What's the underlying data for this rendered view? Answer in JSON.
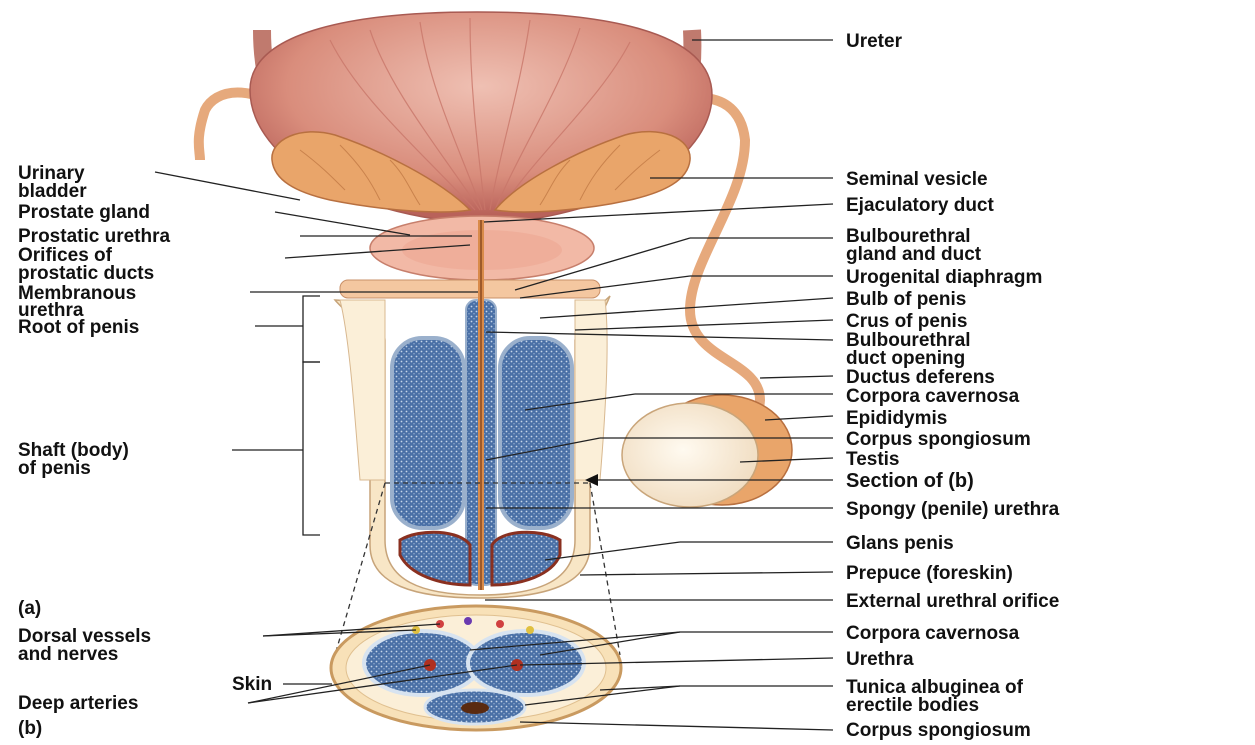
{
  "colors": {
    "bladder": "#e3a08f",
    "bladder_dark": "#b9625a",
    "vesicle": "#e8a36c",
    "prostate": "#f0b7a3",
    "tissue": "#f8e6c6",
    "erectile": "#5a7fb0",
    "erectile_light": "#c9d9ea",
    "duct": "#e0a070",
    "testis": "#fbefd6"
  },
  "labels": {
    "left": {
      "urinary_bladder_1": "Urinary",
      "urinary_bladder_2": "bladder",
      "prostate_gland": "Prostate gland",
      "prostatic_urethra": "Prostatic urethra",
      "orifices_1": "Orifices of",
      "orifices_2": "prostatic ducts",
      "membranous_1": "Membranous",
      "membranous_2": "urethra",
      "root_of_penis": "Root of penis",
      "shaft_1": "Shaft (body)",
      "shaft_2": "of penis",
      "part_a": "(a)",
      "dorsal_1": "Dorsal vessels",
      "dorsal_2": "and nerves",
      "skin": "Skin",
      "deep_arteries": "Deep arteries",
      "part_b": "(b)"
    },
    "right": {
      "ureter": "Ureter",
      "seminal_vesicle": "Seminal vesicle",
      "ejaculatory_duct": "Ejaculatory duct",
      "bulbourethral_gland_1": "Bulbourethral",
      "bulbourethral_gland_2": "gland and duct",
      "urogenital_diaphragm": "Urogenital diaphragm",
      "bulb_of_penis": "Bulb of penis",
      "crus_of_penis": "Crus of penis",
      "bulbourethral_opening_1": "Bulbourethral",
      "bulbourethral_opening_2": "duct opening",
      "ductus_deferens": "Ductus deferens",
      "corpora_cavernosa": "Corpora cavernosa",
      "epididymis": "Epididymis",
      "corpus_spongiosum": "Corpus spongiosum",
      "testis": "Testis",
      "section_of_b": "Section of (b)",
      "spongy_urethra": "Spongy (penile) urethra",
      "glans_penis": "Glans penis",
      "prepuce": "Prepuce (foreskin)",
      "external_orifice": "External urethral orifice",
      "corpora_cavernosa_b": "Corpora cavernosa",
      "urethra_b": "Urethra",
      "tunica_1": "Tunica albuginea of",
      "tunica_2": "erectile bodies",
      "corpus_spongiosum_b": "Corpus spongiosum"
    }
  }
}
